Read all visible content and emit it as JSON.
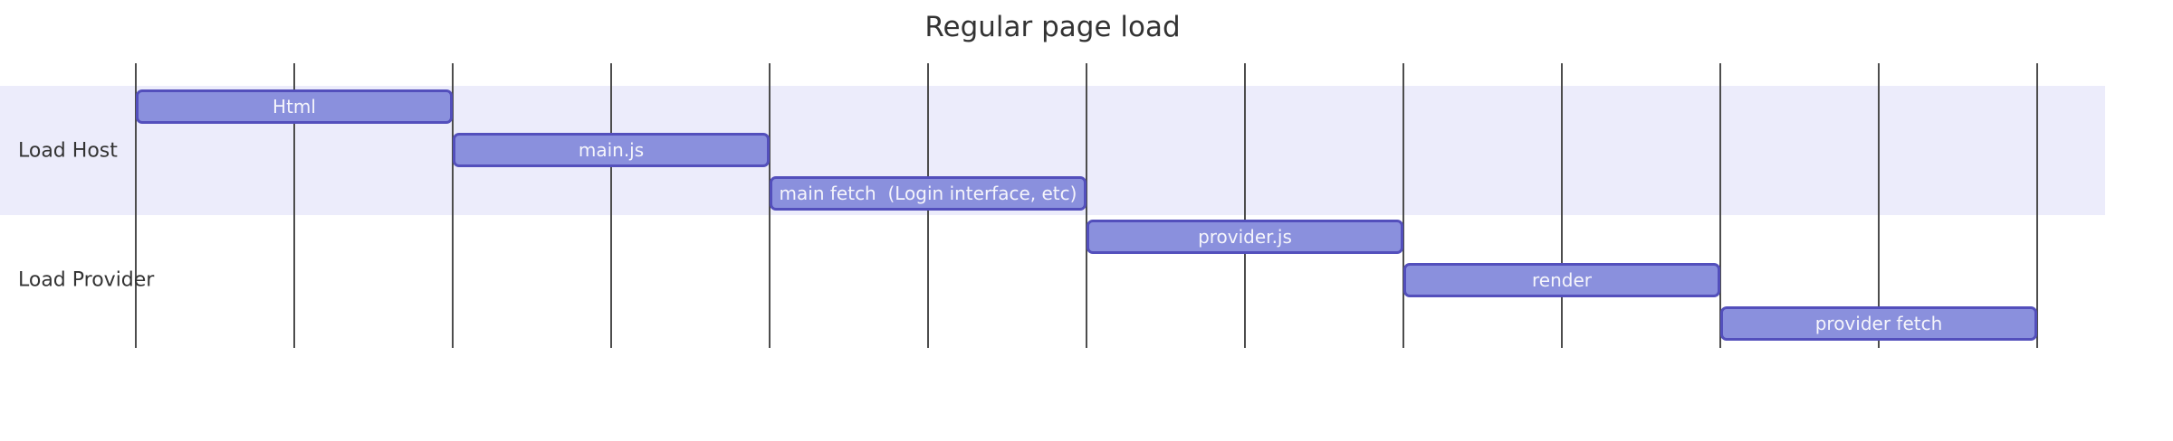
{
  "chart_data": {
    "type": "bar",
    "subtype": "gantt",
    "title": "Regular page load",
    "axis": {
      "unit_count": 6,
      "gridlines_per_unit": 2,
      "tick_labels": [],
      "grid": true,
      "legend": "none"
    },
    "sections": [
      {
        "label": "Load Host",
        "band_color": "#ececfb",
        "row_start": 0,
        "row_count": 3
      },
      {
        "label": "Load Provider",
        "band_color": "#ffffff",
        "row_start": 3,
        "row_count": 3
      }
    ],
    "tasks": [
      {
        "label": "Html",
        "section": "Load Host",
        "start": 0,
        "end": 1
      },
      {
        "label": "main.js",
        "section": "Load Host",
        "start": 1,
        "end": 2
      },
      {
        "label": "main fetch  (Login interface, etc)",
        "section": "Load Host",
        "start": 2,
        "end": 3
      },
      {
        "label": "provider.js",
        "section": "Load Provider",
        "start": 3,
        "end": 4
      },
      {
        "label": "render",
        "section": "Load Provider",
        "start": 4,
        "end": 5
      },
      {
        "label": "provider fetch",
        "section": "Load Provider",
        "start": 5,
        "end": 6
      }
    ],
    "colors": {
      "task_fill": "#8a90dd",
      "task_border": "#534fbc",
      "task_text": "#f5f5fb",
      "grid_line": "#4d4d4d",
      "title_text": "#333333",
      "section_text": "#333333",
      "section_band": "#ececfb"
    }
  }
}
